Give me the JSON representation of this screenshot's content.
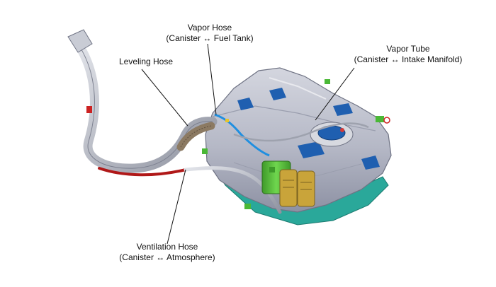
{
  "diagram": {
    "callouts": {
      "vapor_hose": {
        "line1": "Vapor Hose",
        "line2": "(Canister ↔ Fuel Tank)"
      },
      "leveling_hose": {
        "line1": "Leveling Hose"
      },
      "vapor_tube": {
        "line1": "Vapor Tube",
        "line2": "(Canister ↔ Intake Manifold)"
      },
      "ventilation_hose": {
        "line1": "Ventilation Hose",
        "line2": "(Canister ↔ Atmosphere)"
      }
    },
    "colors": {
      "tank_body": "#b9bcc8",
      "tank_shadow": "#8a8ea0",
      "skid_plate": "#2aa89a",
      "canister": "#58c23a",
      "canister_cap": "#c9a43a",
      "blue_pad": "#1f5fb0",
      "ventilation_hose": "#b01818",
      "vapor_hose": "#1f8fe0",
      "pipe": "#a9acb6",
      "leveling_hose": "#8c7a62"
    }
  }
}
